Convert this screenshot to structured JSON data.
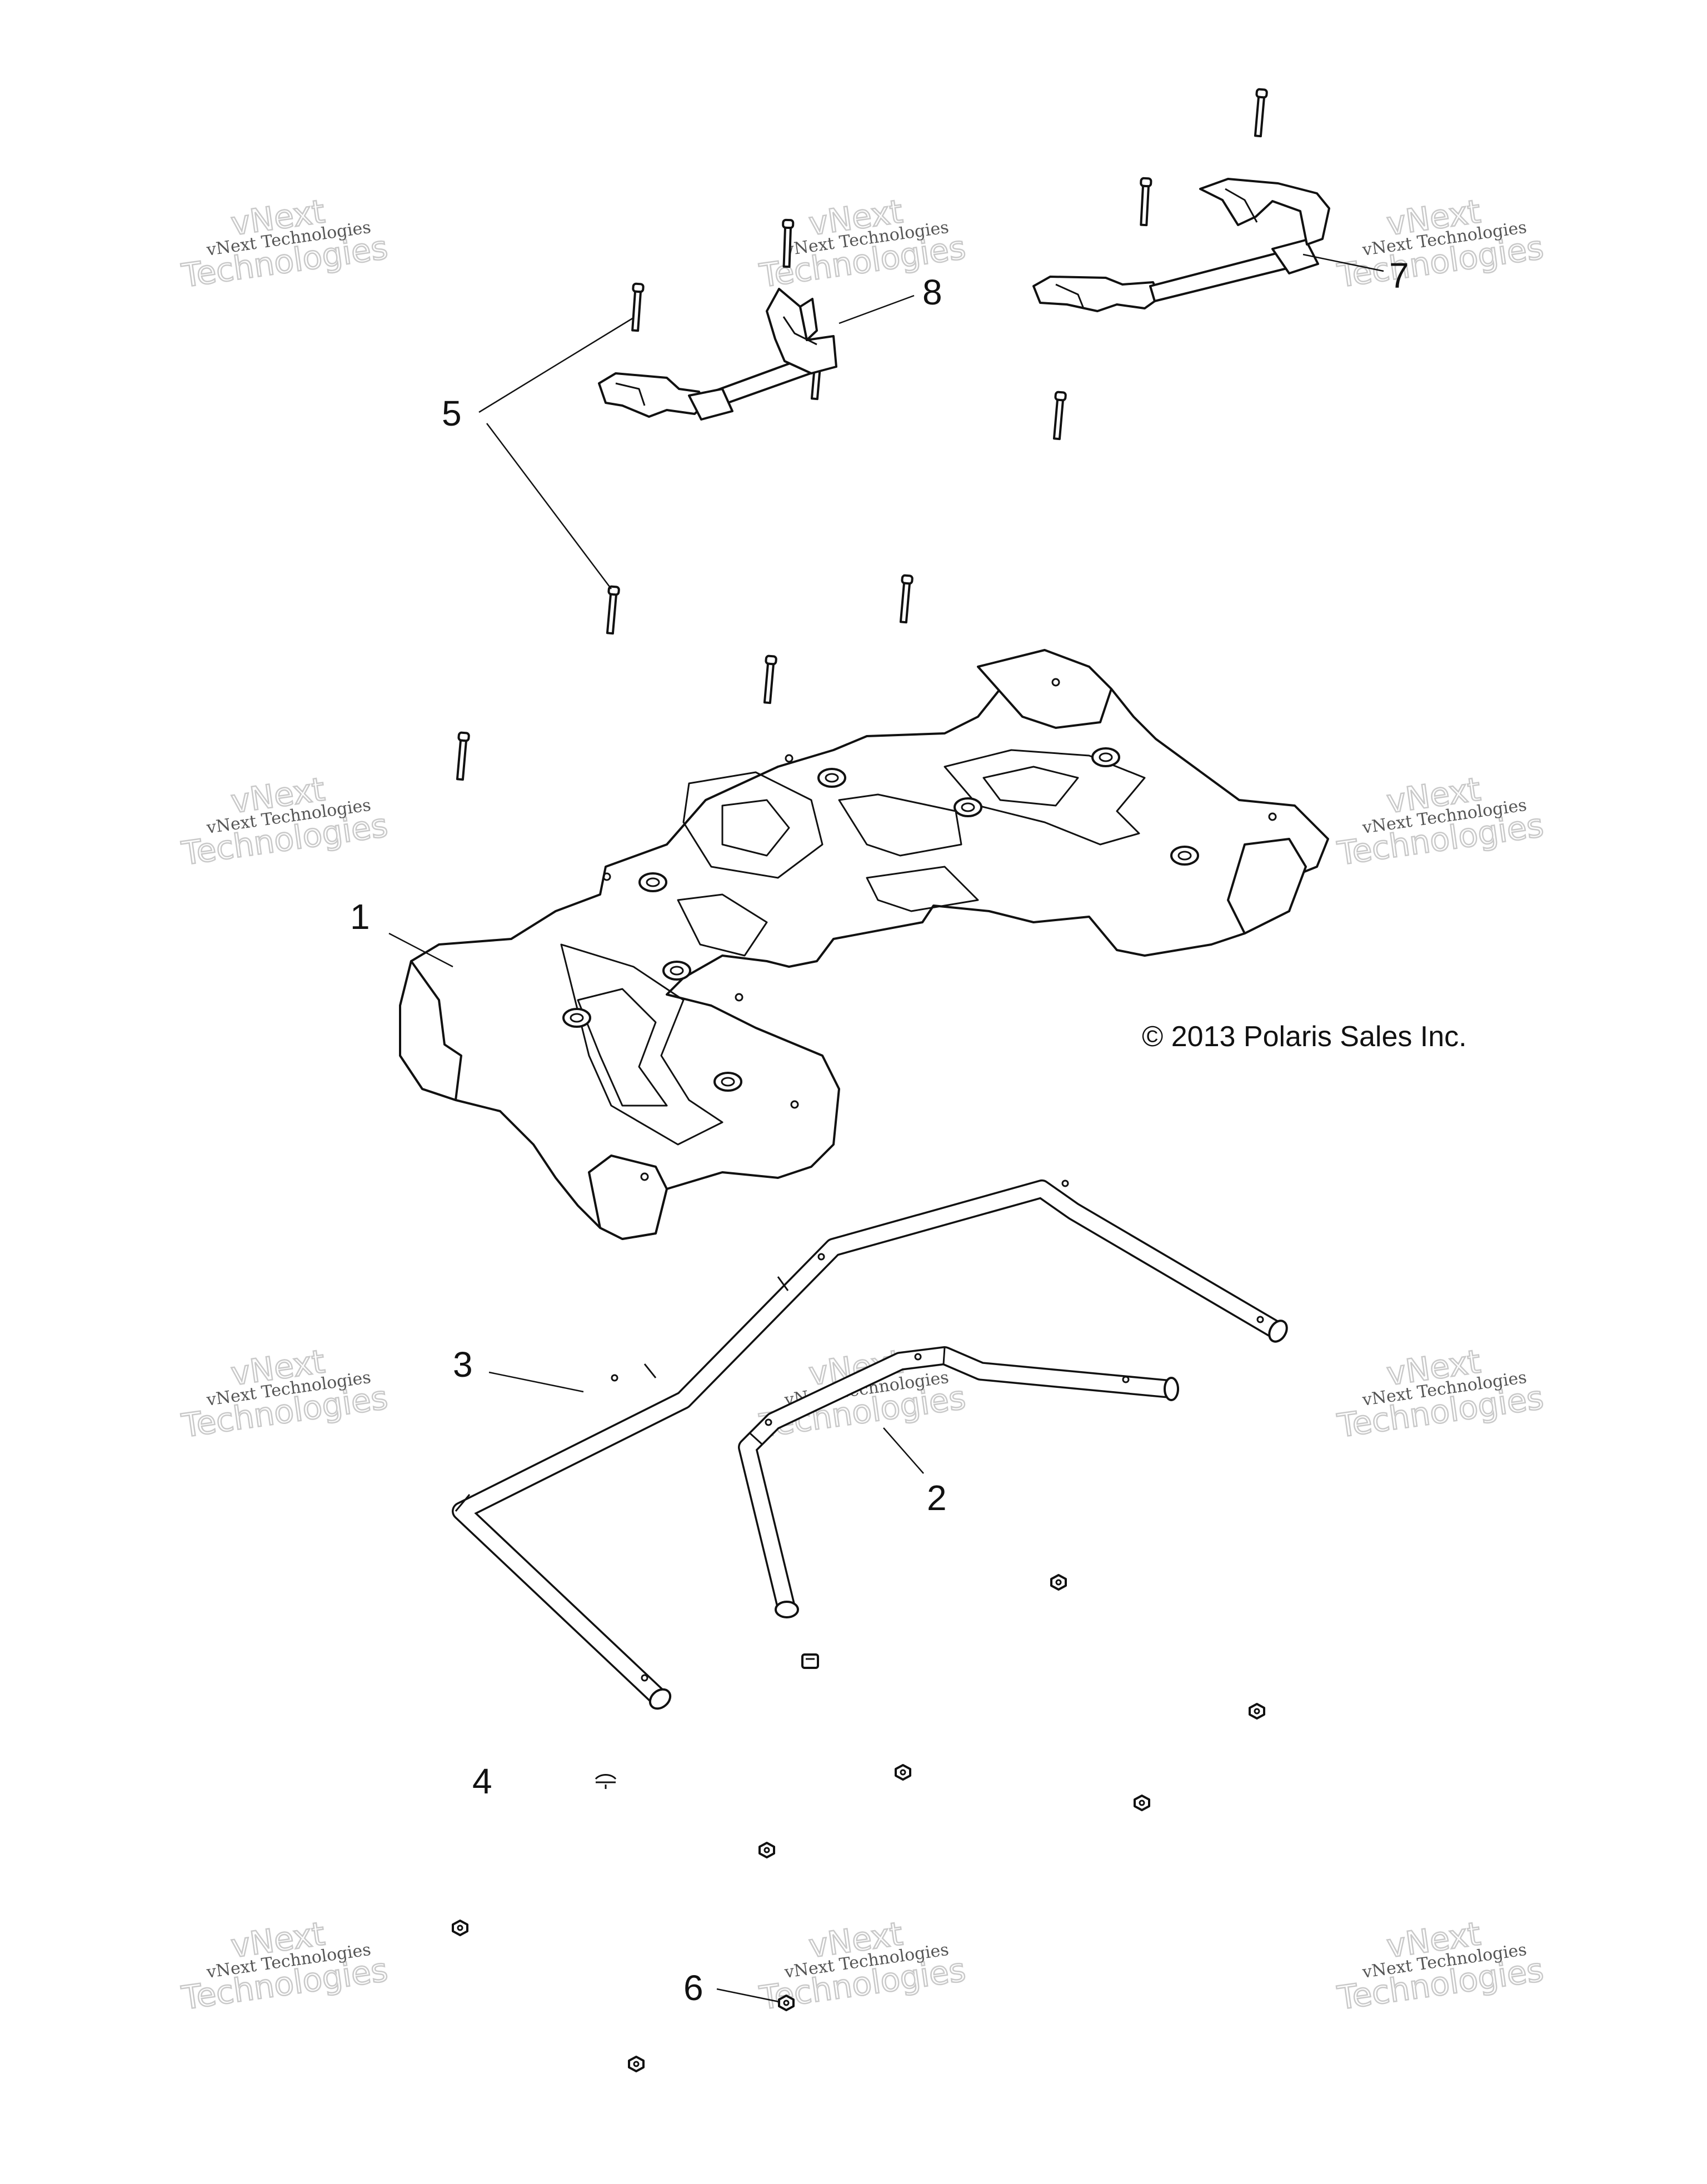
{
  "callouts": [
    {
      "label": "1",
      "part": "rack-base"
    },
    {
      "label": "2",
      "part": "small-rail"
    },
    {
      "label": "3",
      "part": "large-rail"
    },
    {
      "label": "4",
      "part": "clip"
    },
    {
      "label": "5",
      "part": "screw"
    },
    {
      "label": "6",
      "part": "nut"
    },
    {
      "label": "7",
      "part": "right-bracket"
    },
    {
      "label": "8",
      "part": "left-bracket"
    }
  ],
  "copyright": "© 2013 Polaris Sales Inc.",
  "watermark": {
    "line_small": "vNext Technologies",
    "line_big_1": "vNext",
    "line_big_2": "Technologies"
  },
  "colors": {
    "line": "#111111",
    "watermark_outline": "#c9c9c9",
    "background": "#ffffff"
  }
}
